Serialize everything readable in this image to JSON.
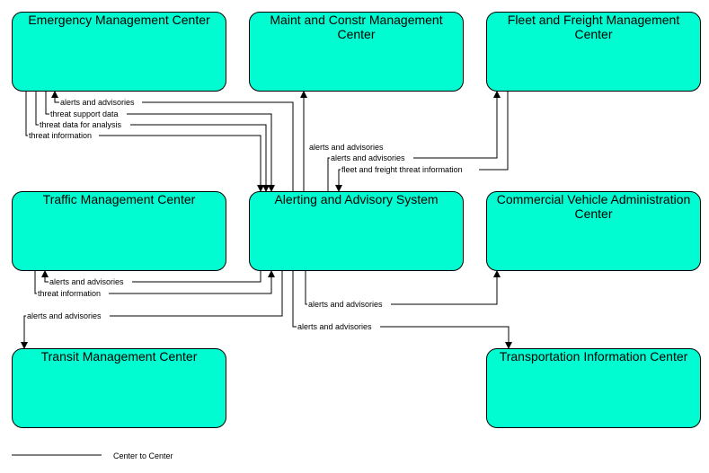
{
  "nodes": {
    "emergency": "Emergency Management Center",
    "maint": "Maint and Constr Management Center",
    "fleet": "Fleet and Freight Management Center",
    "traffic": "Traffic Management Center",
    "aas": "Alerting and Advisory System",
    "cva": "Commercial Vehicle Administration Center",
    "transit": "Transit Management Center",
    "tic": "Transportation Information Center"
  },
  "flows": {
    "ema_alerts": "alerts and advisories",
    "ema_threat_support": "threat support data",
    "ema_threat_analysis": "threat data for analysis",
    "ema_threat_info": "threat information",
    "maint_alerts": "alerts and advisories",
    "fleet_alerts": "alerts and advisories",
    "fleet_threat": "fleet and freight threat information",
    "tmc_alerts": "alerts and advisories",
    "tmc_threat_info": "threat information",
    "cva_alerts": "alerts and advisories",
    "transit_alerts": "alerts and advisories",
    "tic_alerts": "alerts and advisories"
  },
  "legend": {
    "label": "Center to Center"
  }
}
